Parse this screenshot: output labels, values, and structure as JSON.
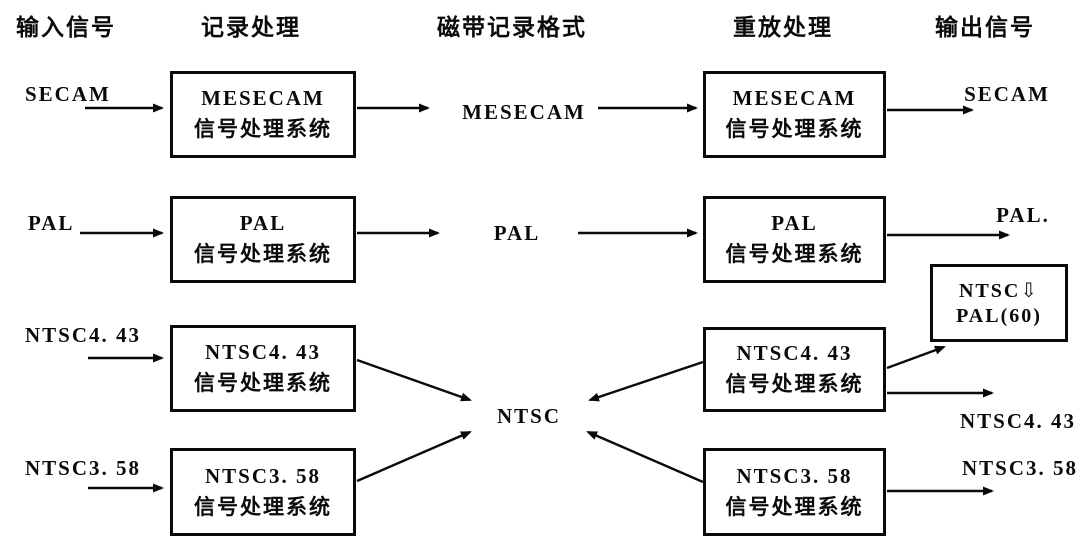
{
  "diagram": {
    "title_semantic": "VCR multi-standard record/playback signal flow",
    "colors": {
      "ink": "#0a0a0a",
      "background": "#ffffff"
    },
    "headers": {
      "input": "输入信号",
      "record": "记录处理",
      "tape": "磁带记录格式",
      "play": "重放处理",
      "output": "输出信号"
    },
    "rows": [
      {
        "input": "SECAM",
        "record": {
          "title": "MESECAM",
          "subtitle": "信号处理系统"
        },
        "tape": "MESECAM",
        "play": {
          "title": "MESECAM",
          "subtitle": "信号处理系统"
        },
        "output": "SECAM"
      },
      {
        "input": "PAL",
        "record": {
          "title": "PAL",
          "subtitle": "信号处理系统"
        },
        "tape": "PAL",
        "play": {
          "title": "PAL",
          "subtitle": "信号处理系统"
        },
        "output": "PAL."
      },
      {
        "input": "NTSC4. 43",
        "record": {
          "title": "NTSC4. 43",
          "subtitle": "信号处理系统"
        },
        "play": {
          "title": "NTSC4. 43",
          "subtitle": "信号处理系统"
        },
        "output": "NTSC4. 43"
      },
      {
        "input": "NTSC3. 58",
        "record": {
          "title": "NTSC3. 58",
          "subtitle": "信号处理系统"
        },
        "play": {
          "title": "NTSC3. 58",
          "subtitle": "信号处理系统"
        },
        "output": "NTSC3. 58"
      }
    ],
    "center_tape": "NTSC",
    "conversion_box": {
      "line1": "NTSC⇩",
      "line2": "PAL(60)"
    }
  }
}
